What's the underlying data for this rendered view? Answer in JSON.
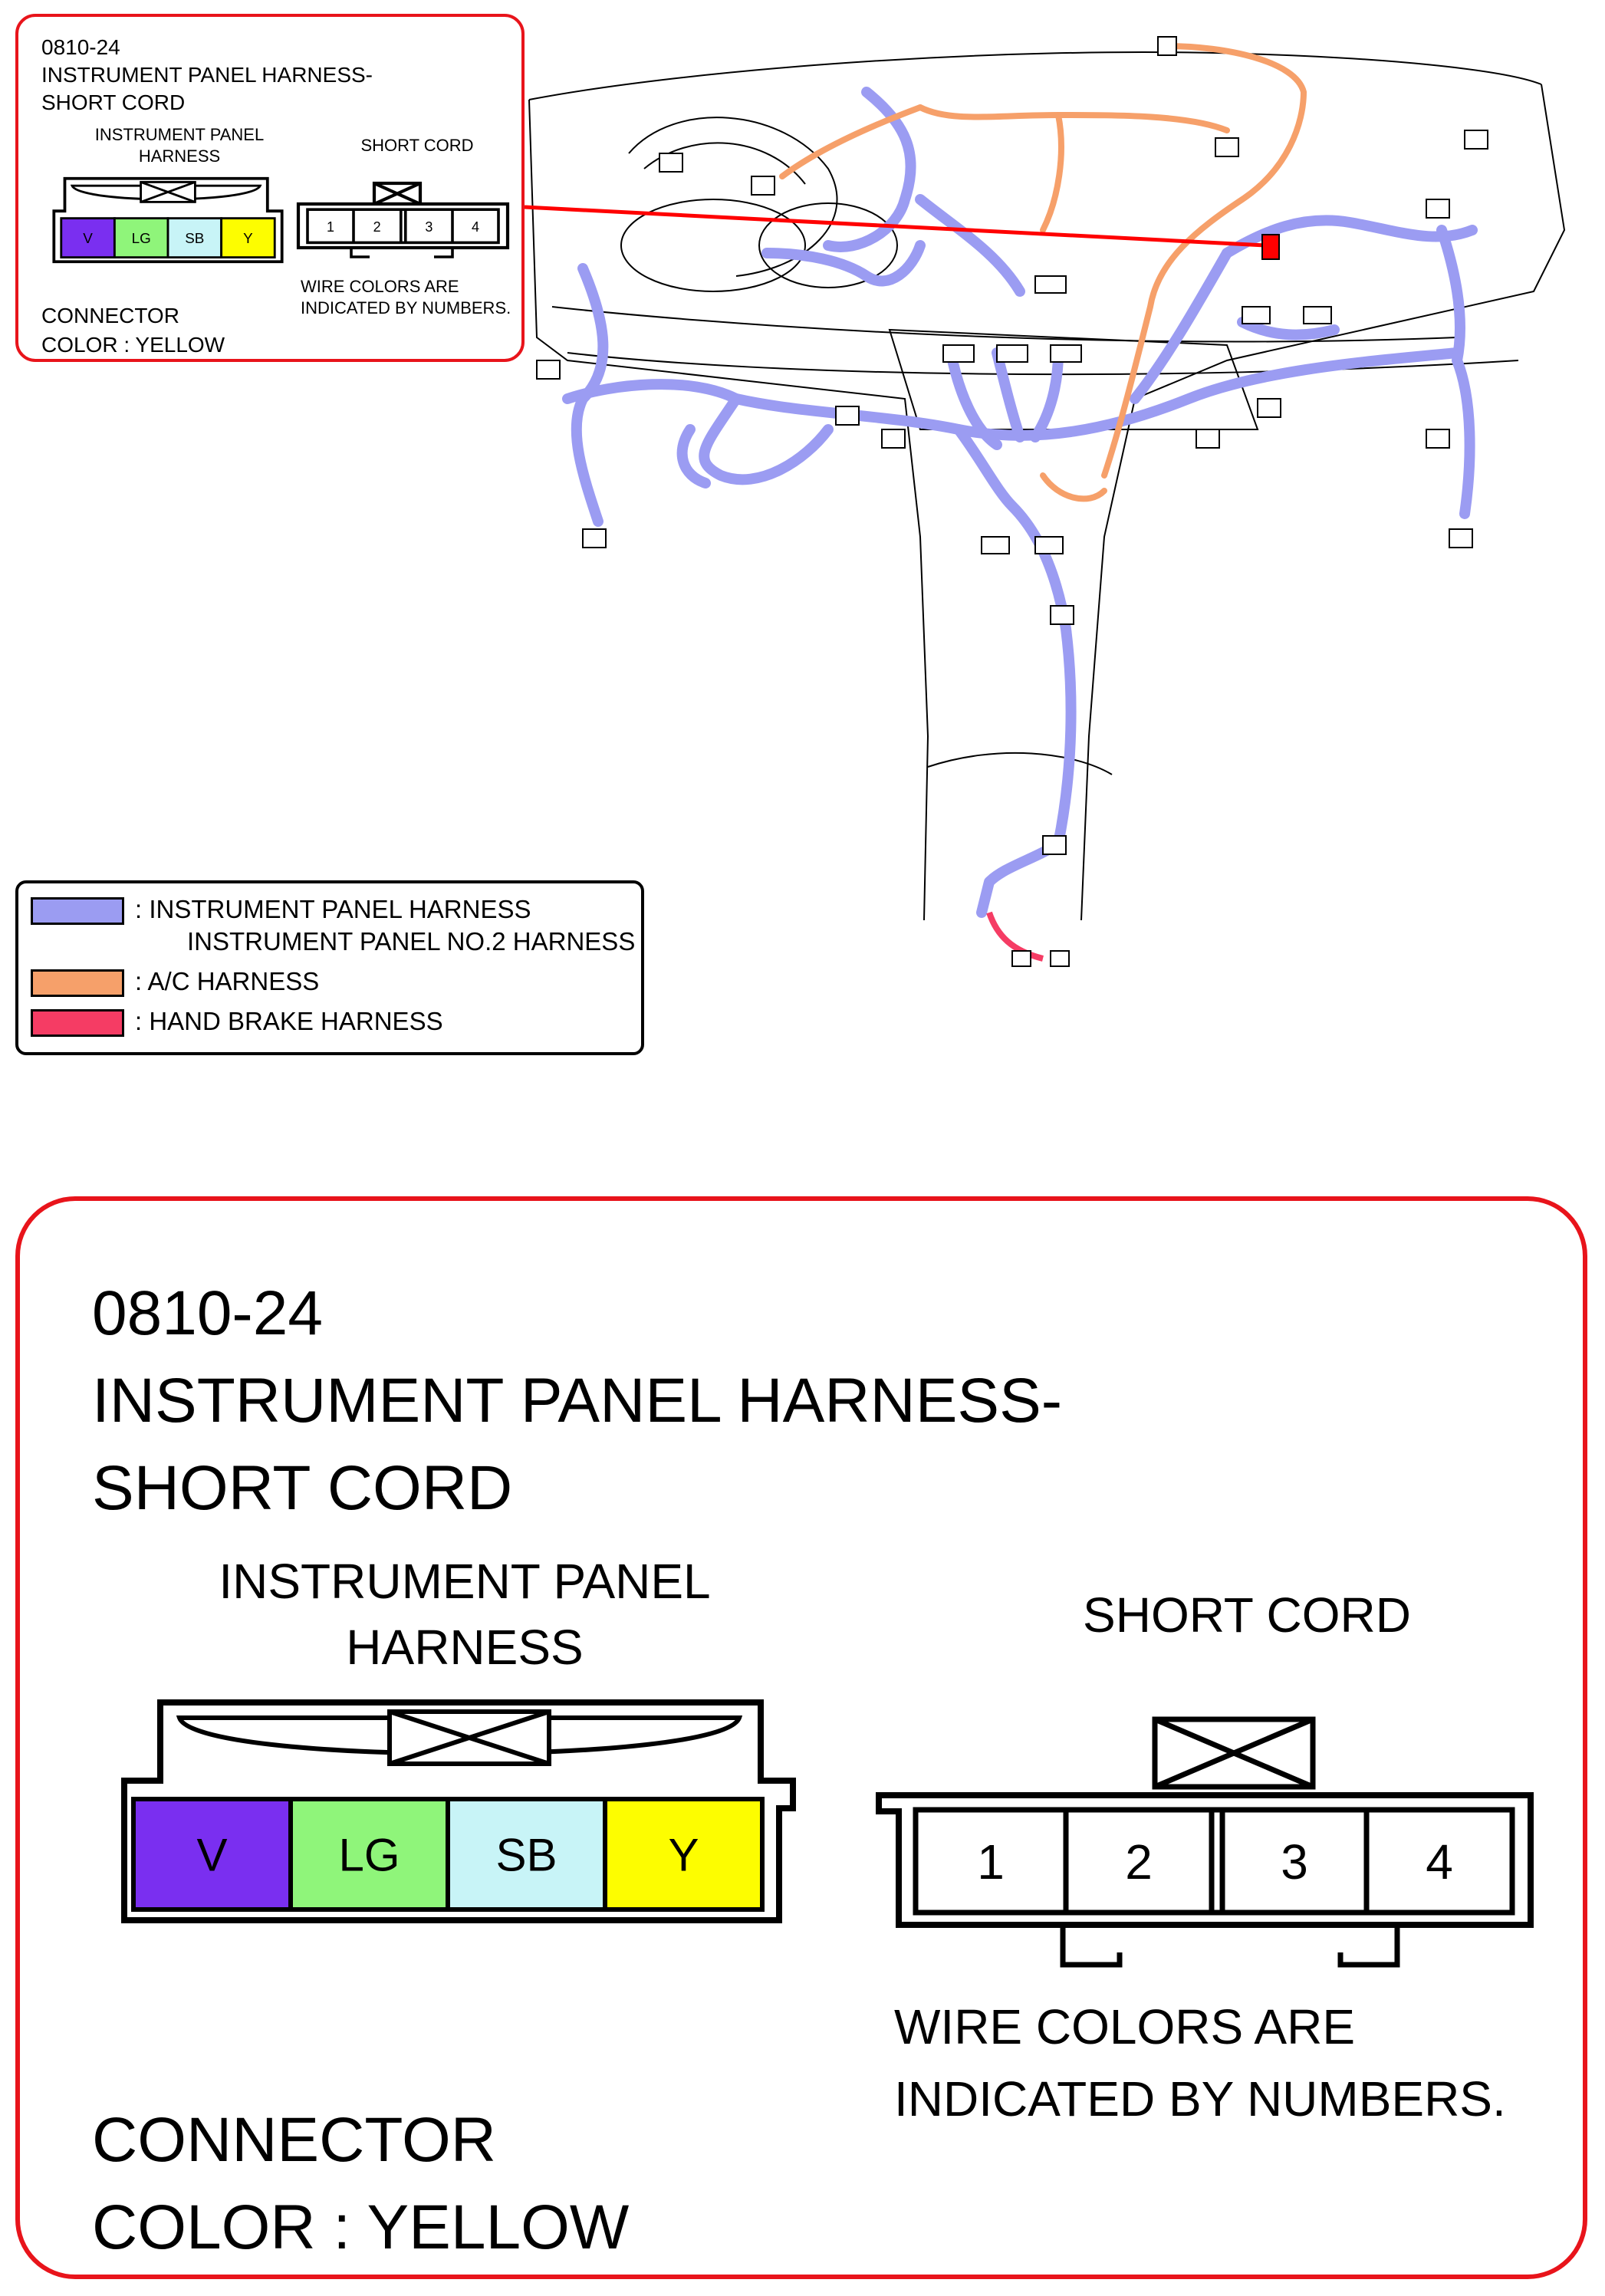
{
  "connector": {
    "code": "0810-24",
    "title_line1": "INSTRUMENT PANEL HARNESS-",
    "title_line2": "SHORT CORD",
    "left_label_line1": "INSTRUMENT PANEL",
    "left_label_line2": "HARNESS",
    "right_label": "SHORT CORD",
    "note_line1": "WIRE COLORS ARE",
    "note_line2": "INDICATED BY NUMBERS.",
    "color_line1": "CONNECTOR",
    "color_line2": "COLOR : YELLOW",
    "harness_pins": [
      {
        "label": "V",
        "color": "#7a2ff0"
      },
      {
        "label": "LG",
        "color": "#8ff57a"
      },
      {
        "label": "SB",
        "color": "#c8f4f7"
      },
      {
        "label": "Y",
        "color": "#fdfd00"
      }
    ],
    "short_cord_pins": [
      "1",
      "2",
      "3",
      "4"
    ]
  },
  "legend": {
    "items": [
      {
        "color": "#9b9cf2",
        "line1": ": INSTRUMENT PANEL HARNESS",
        "line2": "INSTRUMENT PANEL NO.2 HARNESS"
      },
      {
        "color": "#f6a06a",
        "line1": ": A/C HARNESS",
        "line2": ""
      },
      {
        "color": "#f53c64",
        "line1": ": HAND BRAKE HARNESS",
        "line2": ""
      }
    ]
  },
  "colors": {
    "frame_red": "#e8141b",
    "harness_blue": "#9b9cf2",
    "ac_orange": "#f6a06a",
    "brake_pink": "#f53c64",
    "highlight_red": "#ff0000"
  }
}
